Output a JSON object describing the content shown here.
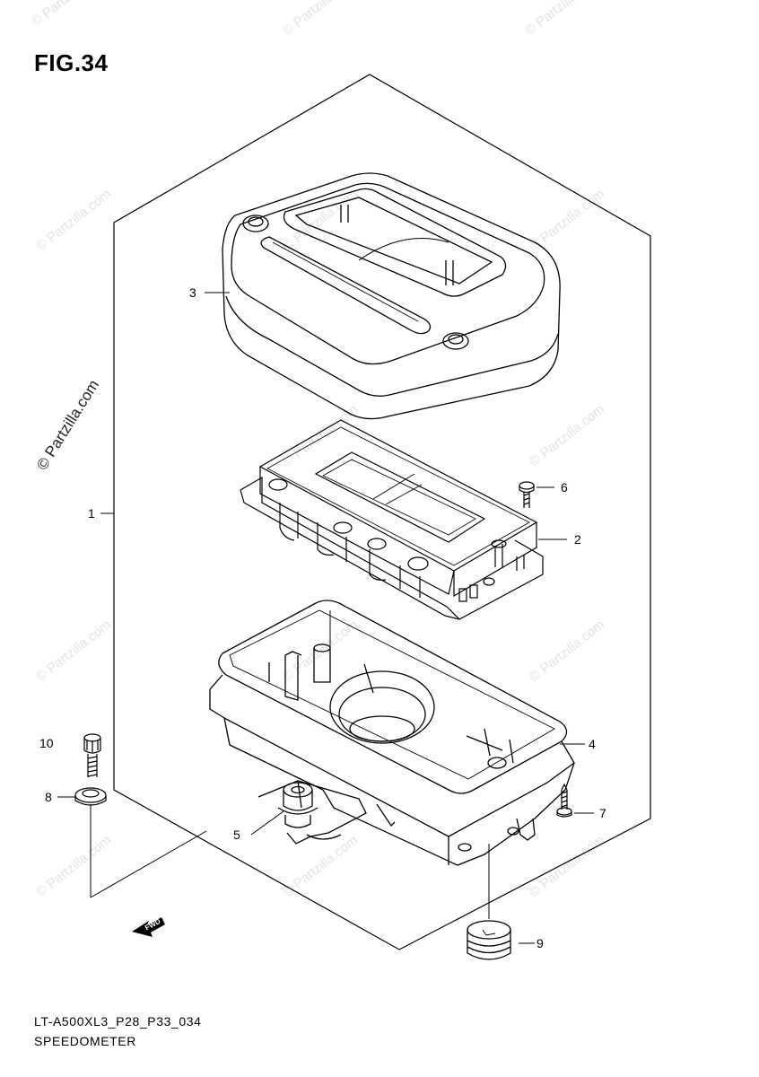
{
  "figure": {
    "title": "FIG.34",
    "model_code": "LT-A500XL3_P28_P33_034",
    "assembly_name": "SPEEDOMETER"
  },
  "watermark": {
    "text": "© Partzilla.com"
  },
  "callouts": [
    "1",
    "2",
    "3",
    "4",
    "5",
    "6",
    "7",
    "8",
    "9",
    "10"
  ],
  "direction_arrow": {
    "label": "FWD"
  }
}
